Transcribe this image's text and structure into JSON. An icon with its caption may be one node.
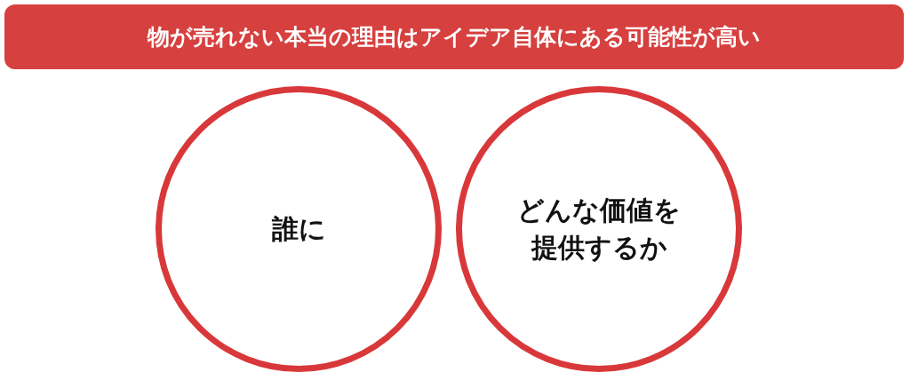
{
  "diagram": {
    "title": "物が売れない本当の理由は**アイデア自体**にある可能性が高い",
    "nodes": [
      {
        "text": [
          "誰に"
        ]
      },
      {
        "text": [
          "どんな価値を提供するか"
        ]
      }
    ]
  }
}
